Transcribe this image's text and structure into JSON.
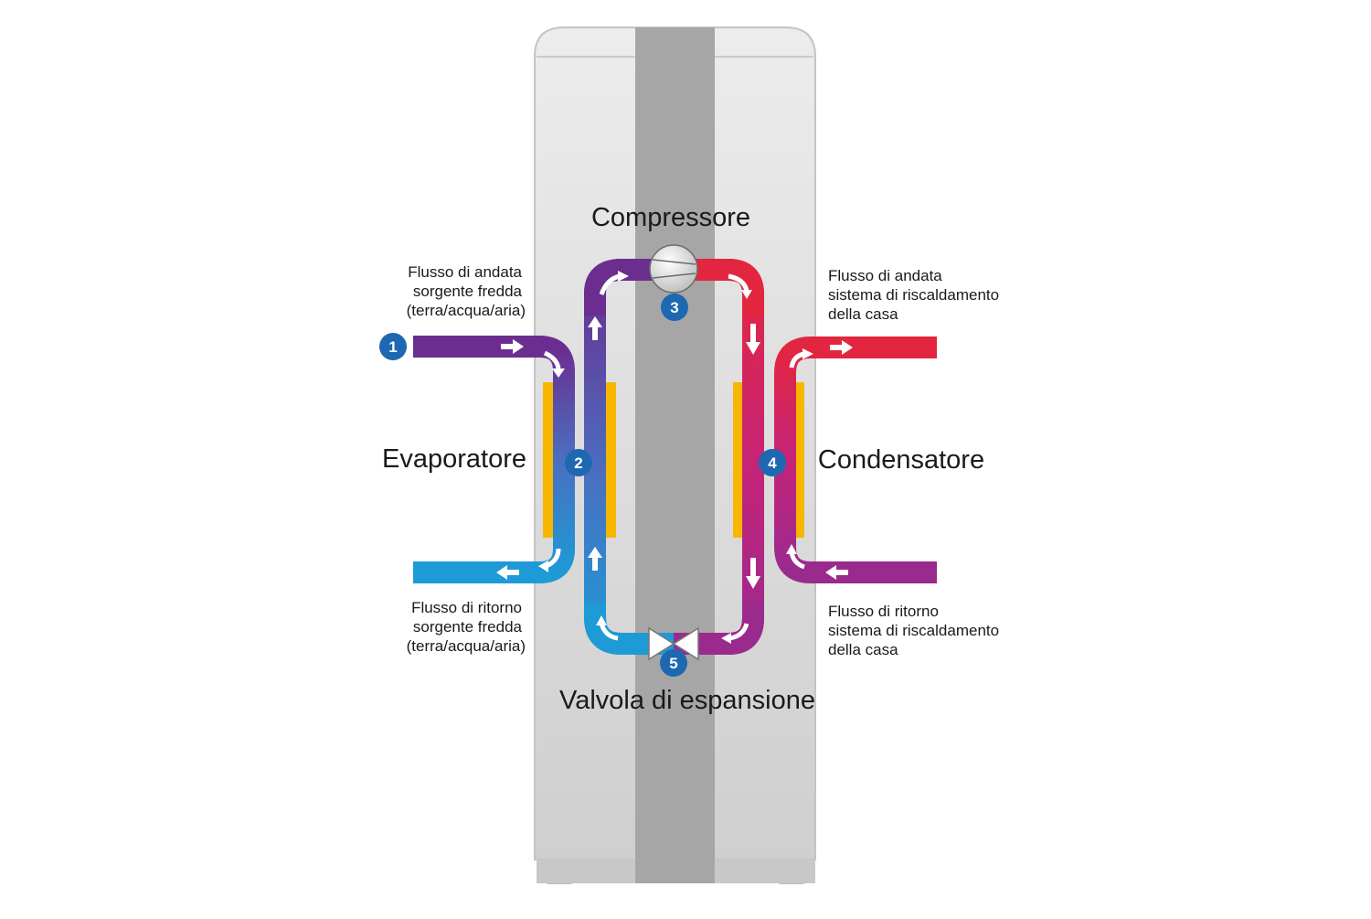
{
  "labels": {
    "compressor": "Compressore",
    "evaporator": "Evaporatore",
    "condenser": "Condensatore",
    "expansion_valve": "Valvola di espansione",
    "source_supply": [
      "Flusso di andata",
      "sorgente fredda",
      "(terra/acqua/aria)"
    ],
    "source_return": [
      "Flusso di ritorno",
      "sorgente fredda",
      "(terra/acqua/aria)"
    ],
    "heating_supply": [
      "Flusso di andata",
      "sistema di riscaldamento",
      "della casa"
    ],
    "heating_return": [
      "Flusso di ritorno",
      "sistema di riscaldamento",
      "della casa"
    ]
  },
  "badges": [
    "1",
    "2",
    "3",
    "4",
    "5"
  ],
  "colors": {
    "cold_supply": "#6b2d8f",
    "cold_return": "#1e9ad6",
    "hot": "#e3263f",
    "warm_return": "#9a2a8e",
    "exchanger": "#f7b600",
    "badge": "#1e68b2",
    "cabinet": "#dcdcdc",
    "column": "#a6a6a6"
  }
}
